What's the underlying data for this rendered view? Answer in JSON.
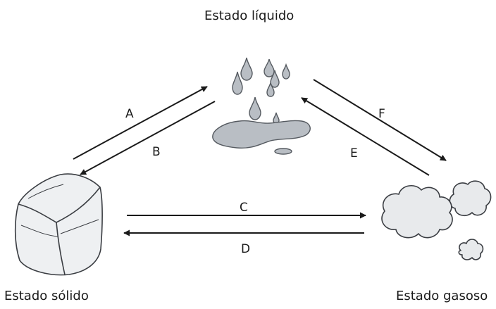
{
  "states": {
    "liquid": "Estado líquido",
    "solid": "Estado sólido",
    "gas": "Estado gasoso"
  },
  "transitions": {
    "A": "A",
    "B": "B",
    "C": "C",
    "D": "D",
    "E": "E",
    "F": "F"
  },
  "colors": {
    "arrow": "#1a1a1a",
    "liquid_fill": "#b9bec4",
    "liquid_stroke": "#555a60",
    "ice_fill": "#eef0f2",
    "cloud_fill": "#e8eaec"
  }
}
